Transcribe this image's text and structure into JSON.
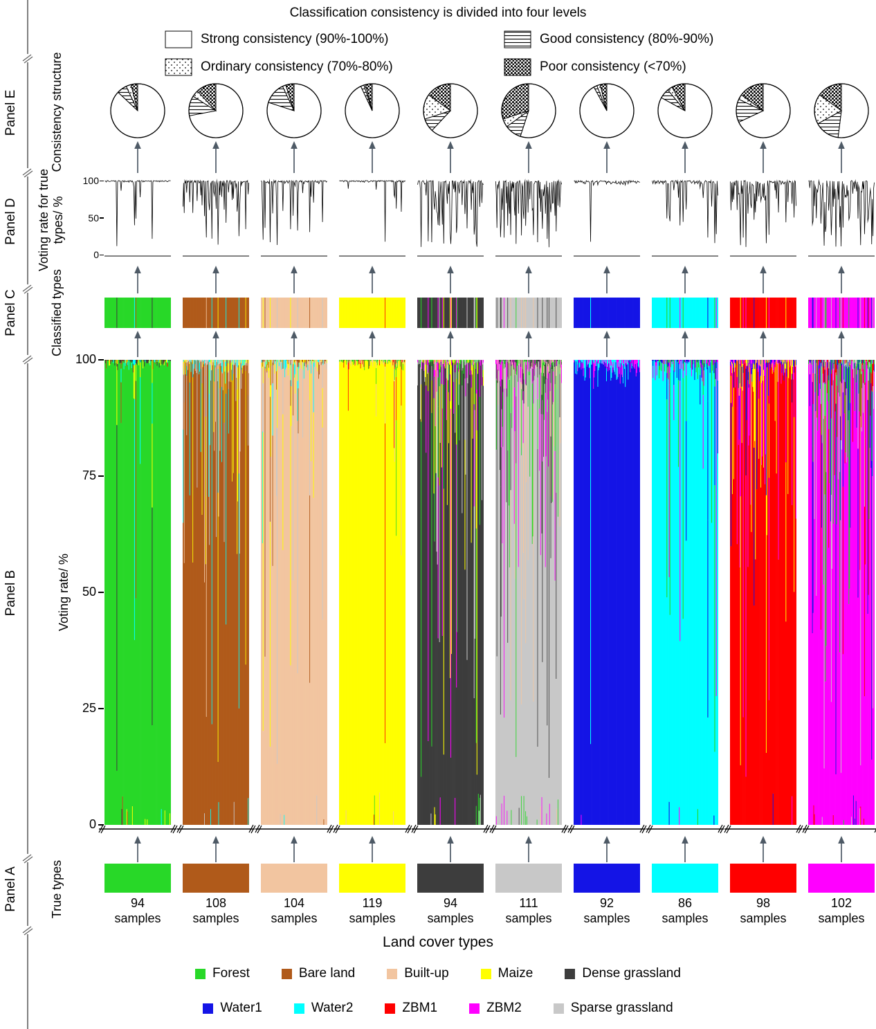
{
  "title": "Classification consistency is divided into four levels",
  "consistency_legend": [
    {
      "key": "strong",
      "label": "Strong consistency (90%-100%)"
    },
    {
      "key": "good",
      "label": "Good consistency (80%-90%)"
    },
    {
      "key": "ordinary",
      "label": "Ordinary consistency (70%-80%)"
    },
    {
      "key": "poor",
      "label": "Poor consistency (<70%)"
    }
  ],
  "panels": {
    "E": {
      "name": "Panel E",
      "axis_title": "Consistency structure"
    },
    "D": {
      "name": "Panel D",
      "axis_title": "Voting rate for true types/ %",
      "yticks": [
        100,
        50,
        0
      ]
    },
    "C": {
      "name": "Panel C",
      "axis_title": "Classified types"
    },
    "B": {
      "name": "Panel B",
      "axis_title": "Voting rate/ %",
      "yticks": [
        100,
        75,
        50,
        25,
        0
      ]
    },
    "A": {
      "name": "Panel A",
      "axis_title": "True types"
    }
  },
  "xlabel": "Land cover types",
  "samples_word": "samples",
  "classes": {
    "forest": {
      "label": "Forest",
      "color": "#28d828"
    },
    "bare_land": {
      "label": "Bare land",
      "color": "#b05a1a"
    },
    "built_up": {
      "label": "Built-up",
      "color": "#f2c5a0"
    },
    "maize": {
      "label": "Maize",
      "color": "#ffff00"
    },
    "dense_grassland": {
      "label": "Dense grassland",
      "color": "#3d3d3d"
    },
    "water1": {
      "label": "Water1",
      "color": "#1414e6"
    },
    "water2": {
      "label": "Water2",
      "color": "#00ffff"
    },
    "zbm1": {
      "label": "ZBM1",
      "color": "#ff0000"
    },
    "zbm2": {
      "label": "ZBM2",
      "color": "#ff00ff"
    },
    "sparse_grassland": {
      "label": "Sparse grassland",
      "color": "#c8c8c8"
    }
  },
  "class_legend_rows": [
    [
      "forest",
      "bare_land",
      "built_up",
      "maize",
      "dense_grassland"
    ],
    [
      "water1",
      "water2",
      "zbm1",
      "zbm2",
      "sparse_grassland"
    ]
  ],
  "colors": {
    "arrow": "#4e5a66",
    "axis": "#7f7f7f",
    "line": "#000000"
  },
  "chart_data": {
    "type": "composite",
    "description": "Ten land-cover columns. Per column: true-type sample count (Panel A), per-sample voting-rate stacked bars (Panel B), classified-types strip (Panel C), voting rate for true types line (Panel D), consistency-structure pie (Panel E).",
    "voting_axis": {
      "min": 0,
      "max": 100
    },
    "pie_order": [
      "strong",
      "good",
      "ordinary",
      "poor"
    ],
    "columns": [
      {
        "class": "forest",
        "samples": 94,
        "seed": 1,
        "pie": {
          "strong": 0.87,
          "good": 0.06,
          "ordinary": 0.03,
          "poor": 0.04
        },
        "noise": {
          "jitter": 3,
          "p_mid": 0.08,
          "p_deep": 0.05,
          "p_bottom": 0.05
        },
        "confusers": [
          "dense_grassland",
          "maize",
          "bare_land",
          "water2"
        ]
      },
      {
        "class": "bare_land",
        "samples": 108,
        "seed": 2,
        "pie": {
          "strong": 0.72,
          "good": 0.12,
          "ordinary": 0.04,
          "poor": 0.12
        },
        "noise": {
          "jitter": 6,
          "p_mid": 0.22,
          "p_deep": 0.1,
          "p_bottom": 0.04
        },
        "confusers": [
          "built_up",
          "sparse_grassland",
          "water2",
          "maize"
        ]
      },
      {
        "class": "built_up",
        "samples": 104,
        "seed": 3,
        "pie": {
          "strong": 0.8,
          "good": 0.13,
          "ordinary": 0.02,
          "poor": 0.05
        },
        "noise": {
          "jitter": 5,
          "p_mid": 0.15,
          "p_deep": 0.06,
          "p_bottom": 0.05
        },
        "confusers": [
          "bare_land",
          "water2",
          "maize",
          "sparse_grassland"
        ]
      },
      {
        "class": "maize",
        "samples": 119,
        "seed": 4,
        "pie": {
          "strong": 0.93,
          "good": 0.02,
          "ordinary": 0.01,
          "poor": 0.04
        },
        "noise": {
          "jitter": 2.5,
          "p_mid": 0.05,
          "p_deep": 0.03,
          "p_bottom": 0.03
        },
        "confusers": [
          "forest",
          "zbm1",
          "built_up"
        ]
      },
      {
        "class": "dense_grassland",
        "samples": 94,
        "seed": 5,
        "pie": {
          "strong": 0.62,
          "good": 0.08,
          "ordinary": 0.15,
          "poor": 0.15
        },
        "noise": {
          "jitter": 7,
          "p_mid": 0.3,
          "p_deep": 0.14,
          "p_bottom": 0.1
        },
        "confusers": [
          "forest",
          "sparse_grassland",
          "zbm2",
          "maize"
        ]
      },
      {
        "class": "sparse_grassland",
        "samples": 111,
        "seed": 6,
        "pie": {
          "strong": 0.55,
          "good": 0.1,
          "ordinary": 0.05,
          "poor": 0.3
        },
        "noise": {
          "jitter": 8,
          "p_mid": 0.32,
          "p_deep": 0.2,
          "p_bottom": 0.12
        },
        "confusers": [
          "dense_grassland",
          "built_up",
          "zbm2",
          "forest"
        ]
      },
      {
        "class": "water1",
        "samples": 92,
        "seed": 7,
        "pie": {
          "strong": 0.92,
          "good": 0.02,
          "ordinary": 0.02,
          "poor": 0.04
        },
        "noise": {
          "jitter": 8,
          "p_mid": 0.06,
          "p_deep": 0.02,
          "p_bottom": 0.02
        },
        "confusers": [
          "water2",
          "zbm2"
        ]
      },
      {
        "class": "water2",
        "samples": 86,
        "seed": 8,
        "pie": {
          "strong": 0.83,
          "good": 0.06,
          "ordinary": 0.03,
          "poor": 0.08
        },
        "noise": {
          "jitter": 6,
          "p_mid": 0.12,
          "p_deep": 0.07,
          "p_bottom": 0.08
        },
        "confusers": [
          "water1",
          "zbm2",
          "forest"
        ]
      },
      {
        "class": "zbm1",
        "samples": 98,
        "seed": 9,
        "pie": {
          "strong": 0.68,
          "good": 0.14,
          "ordinary": 0.03,
          "poor": 0.15
        },
        "noise": {
          "jitter": 9,
          "p_mid": 0.28,
          "p_deep": 0.08,
          "p_bottom": 0.06
        },
        "confusers": [
          "zbm2",
          "maize",
          "water1"
        ]
      },
      {
        "class": "zbm2",
        "samples": 102,
        "seed": 10,
        "pie": {
          "strong": 0.52,
          "good": 0.15,
          "ordinary": 0.18,
          "poor": 0.15
        },
        "noise": {
          "jitter": 10,
          "p_mid": 0.38,
          "p_deep": 0.2,
          "p_bottom": 0.15
        },
        "confusers": [
          "zbm1",
          "water1",
          "forest",
          "sparse_grassland"
        ]
      }
    ]
  }
}
